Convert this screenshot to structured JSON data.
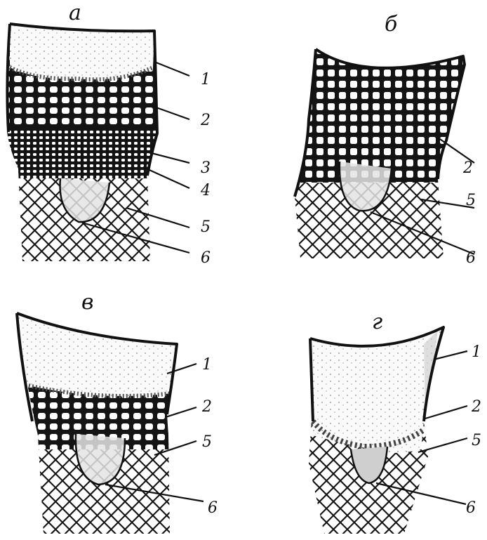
{
  "panels": [
    {
      "letter": "a",
      "callouts": [
        "1",
        "2",
        "3",
        "4",
        "5",
        "6"
      ]
    },
    {
      "letter": "б",
      "callouts": [
        "2",
        "5",
        "6"
      ]
    },
    {
      "letter": "в",
      "callouts": [
        "1",
        "2",
        "5",
        "6"
      ]
    },
    {
      "letter": "г",
      "callouts": [
        "1",
        "2",
        "5",
        "6"
      ]
    }
  ]
}
